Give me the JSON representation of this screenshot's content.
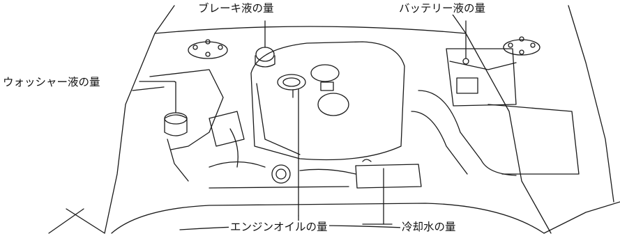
{
  "callouts": {
    "brake_fluid": "ブレーキ液の量",
    "battery_fluid": "バッテリー液の量",
    "washer_fluid": "ウォッシャー液の量",
    "engine_oil": "エンジンオイルの量",
    "coolant": "冷却水の量"
  },
  "colors": {
    "line": "#1a1a1a",
    "background": "#ffffff"
  }
}
